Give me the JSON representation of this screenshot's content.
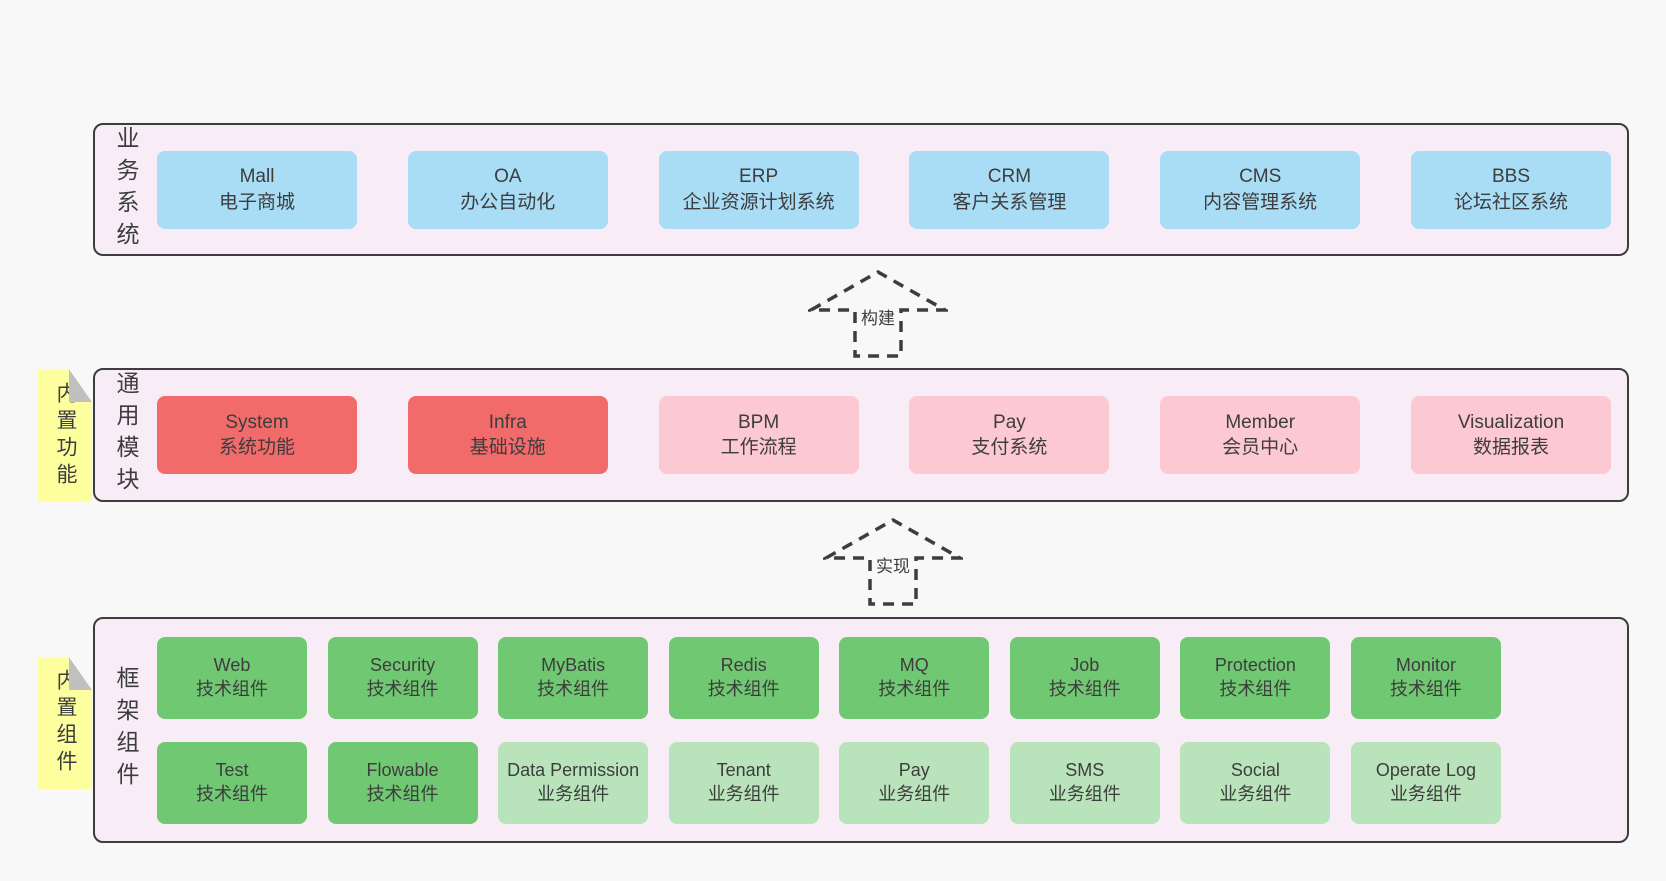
{
  "colors": {
    "page_bg": "#f8f8f8",
    "band_bg": "#f8edf6",
    "line": "#3d3d3d",
    "text": "#3d3d3d",
    "blue": "#a9dcf5",
    "red": "#f26b6b",
    "pink": "#fcc9d2",
    "green": "#70c873",
    "lightgreen": "#b9e3ba",
    "yellow": "#fdff9f",
    "fold": "#c0c0c0"
  },
  "arrows": [
    {
      "label": "构建"
    },
    {
      "label": "实现"
    }
  ],
  "bands": [
    {
      "side_label": "业务系统",
      "rows": [
        [
          {
            "title": "Mall",
            "subtitle": "电子商城",
            "variant": "blue"
          },
          {
            "title": "OA",
            "subtitle": "办公自动化",
            "variant": "blue"
          },
          {
            "title": "ERP",
            "subtitle": "企业资源计划系统",
            "variant": "blue"
          },
          {
            "title": "CRM",
            "subtitle": "客户关系管理",
            "variant": "blue"
          },
          {
            "title": "CMS",
            "subtitle": "内容管理系统",
            "variant": "blue"
          },
          {
            "title": "BBS",
            "subtitle": "论坛社区系统",
            "variant": "blue"
          }
        ]
      ]
    },
    {
      "side_label": "通用模块",
      "sticky_label": "内置功能",
      "rows": [
        [
          {
            "title": "System",
            "subtitle": "系统功能",
            "variant": "red"
          },
          {
            "title": "Infra",
            "subtitle": "基础设施",
            "variant": "red"
          },
          {
            "title": "BPM",
            "subtitle": "工作流程",
            "variant": "pink"
          },
          {
            "title": "Pay",
            "subtitle": "支付系统",
            "variant": "pink"
          },
          {
            "title": "Member",
            "subtitle": "会员中心",
            "variant": "pink"
          },
          {
            "title": "Visualization",
            "subtitle": "数据报表",
            "variant": "pink"
          }
        ]
      ]
    },
    {
      "side_label": "框架组件",
      "sticky_label": "内置组件",
      "rows": [
        [
          {
            "title": "Web",
            "subtitle": "技术组件",
            "variant": "green"
          },
          {
            "title": "Security",
            "subtitle": "技术组件",
            "variant": "green"
          },
          {
            "title": "MyBatis",
            "subtitle": "技术组件",
            "variant": "green"
          },
          {
            "title": "Redis",
            "subtitle": "技术组件",
            "variant": "green"
          },
          {
            "title": "MQ",
            "subtitle": "技术组件",
            "variant": "green"
          },
          {
            "title": "Job",
            "subtitle": "技术组件",
            "variant": "green"
          },
          {
            "title": "Protection",
            "subtitle": "技术组件",
            "variant": "green"
          },
          {
            "title": "Monitor",
            "subtitle": "技术组件",
            "variant": "green"
          }
        ],
        [
          {
            "title": "Test",
            "subtitle": "技术组件",
            "variant": "green"
          },
          {
            "title": "Flowable",
            "subtitle": "技术组件",
            "variant": "green"
          },
          {
            "title": "Data Permission",
            "subtitle": "业务组件",
            "variant": "lightgreen"
          },
          {
            "title": "Tenant",
            "subtitle": "业务组件",
            "variant": "lightgreen"
          },
          {
            "title": "Pay",
            "subtitle": "业务组件",
            "variant": "lightgreen"
          },
          {
            "title": "SMS",
            "subtitle": "业务组件",
            "variant": "lightgreen"
          },
          {
            "title": "Social",
            "subtitle": "业务组件",
            "variant": "lightgreen"
          },
          {
            "title": "Operate Log",
            "subtitle": "业务组件",
            "variant": "lightgreen"
          }
        ]
      ]
    }
  ]
}
